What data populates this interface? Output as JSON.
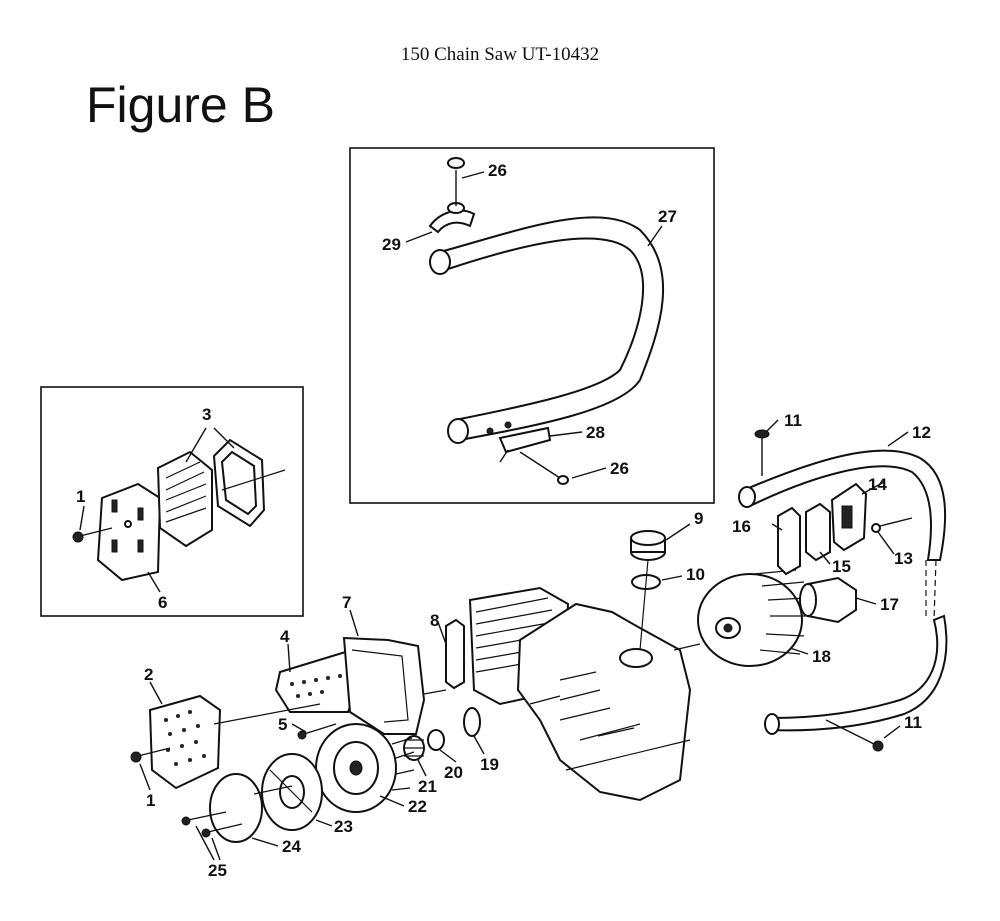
{
  "header": {
    "doc_title": "150 Chain Saw UT-10432",
    "figure_label": "Figure B"
  },
  "callouts": {
    "c1a": "1",
    "c1b": "1",
    "c2": "2",
    "c3": "3",
    "c4": "4",
    "c5": "5",
    "c6": "6",
    "c7": "7",
    "c8": "8",
    "c9": "9",
    "c10": "10",
    "c11a": "11",
    "c11b": "11",
    "c12": "12",
    "c13": "13",
    "c14": "14",
    "c15": "15",
    "c16": "16",
    "c17": "17",
    "c18": "18",
    "c19": "19",
    "c20": "20",
    "c21": "21",
    "c22": "22",
    "c23": "23",
    "c24": "24",
    "c25": "25",
    "c26a": "26",
    "c26b": "26",
    "c27": "27",
    "c28": "28",
    "c29": "29"
  }
}
